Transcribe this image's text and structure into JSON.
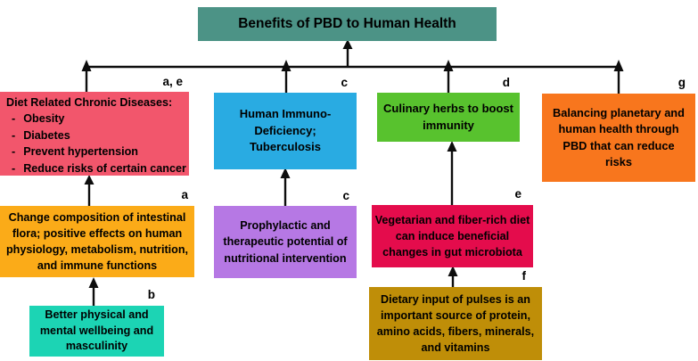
{
  "title_box": {
    "text": "Benefits of PBD to Human Health",
    "color": "#4c9386"
  },
  "nodes": {
    "chronic_diseases": {
      "tag": "a, e",
      "heading": "Diet Related Chronic Diseases:",
      "bullets": [
        "Obesity",
        "Diabetes",
        "Prevent hypertension",
        "Reduce risks of certain cancer"
      ],
      "color": "#f2566c"
    },
    "hiv_tb": {
      "tag": "c",
      "text": "Human Immuno-Deficiency; Tuberculosis",
      "color": "#29abe2"
    },
    "culinary_herbs": {
      "tag": "d",
      "text": "Culinary herbs to boost immunity",
      "color": "#58c22e"
    },
    "planetary_health": {
      "tag": "g",
      "text": "Balancing planetary and human health through PBD that can reduce risks",
      "color": "#f8761d"
    },
    "intestinal_flora": {
      "tag": "a",
      "text": "Change composition of intestinal flora; positive effects on human physiology, metabolism, nutrition, and immune functions",
      "color": "#fbab18"
    },
    "nutritional_intervention": {
      "tag": "c",
      "text": "Prophylactic and therapeutic potential of nutritional intervention",
      "color": "#b678e4"
    },
    "gut_microbiota": {
      "tag": "e",
      "text": "Vegetarian and fiber-rich diet can induce beneficial changes in gut microbiota",
      "color": "#e40c4c"
    },
    "wellbeing": {
      "tag": "b",
      "text": "Better physical and mental wellbeing and masculinity",
      "color": "#1cd4b4"
    },
    "pulses": {
      "tag": "f",
      "text": "Dietary input of pulses is an important source of protein, amino acids, fibers, minerals, and vitamins",
      "color": "#bf8e08"
    }
  }
}
